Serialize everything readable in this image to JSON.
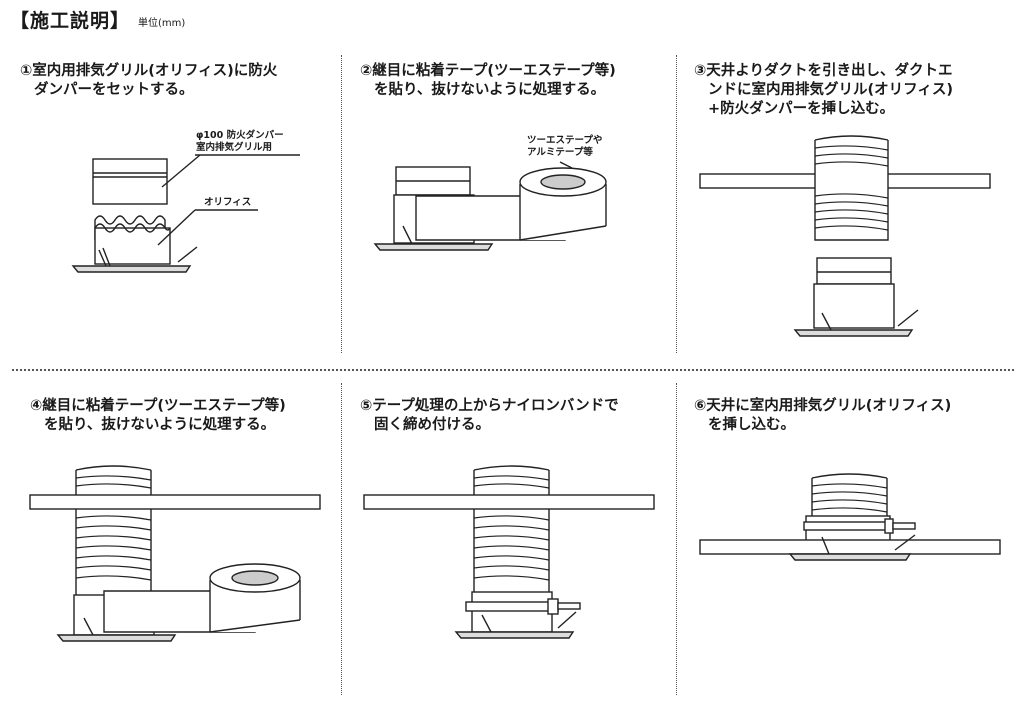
{
  "header": {
    "title": "【施工説明】",
    "unit": "単位(mm)"
  },
  "steps": [
    {
      "line1": "①室内用排気グリル(オリフィス)に防火",
      "line2": "ダンパーをセットする。"
    },
    {
      "line1": "②継目に粘着テープ(ツーエステープ等)",
      "line2": "を貼り、抜けないように処理する。"
    },
    {
      "line1": "③天井よりダクトを引き出し、ダクトエ",
      "line2": "ンドに室内用排気グリル(オリフィス)",
      "line3": "+防火ダンパーを挿し込む。"
    },
    {
      "line1": "④継目に粘着テープ(ツーエステープ等)",
      "line2": "を貼り、抜けないように処理する。"
    },
    {
      "line1": "⑤テープ処理の上からナイロンバンドで",
      "line2": "固く締め付ける。"
    },
    {
      "line1": "⑥天井に室内用排気グリル(オリフィス)",
      "line2": "を挿し込む。"
    }
  ],
  "callouts": {
    "damper_line1": "φ100 防火ダンパー",
    "damper_line2": "室内排気グリル用",
    "orifice": "オリフィス",
    "tape_line1": "ツーエステープや",
    "tape_line2": "アルミテープ等"
  }
}
